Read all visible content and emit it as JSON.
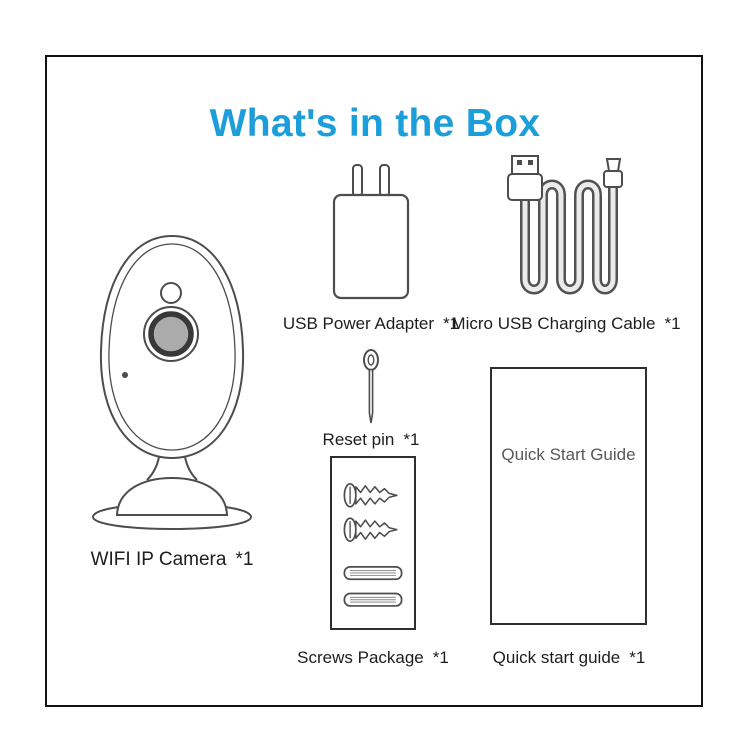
{
  "title": "What's in the Box",
  "colors": {
    "accent": "#1b9ed9",
    "line_art": "#4d4d4d",
    "label_text": "#1d1d1d"
  },
  "items": {
    "camera": {
      "label": "WIFI IP Camera",
      "qty": "*1"
    },
    "adapter": {
      "label": "USB Power Adapter",
      "qty": "*1"
    },
    "cable": {
      "label": "Micro USB Charging Cable",
      "qty": "*1"
    },
    "reset_pin": {
      "label": "Reset pin",
      "qty": "*1"
    },
    "screws": {
      "label": "Screws Package",
      "qty": "*1"
    },
    "guide": {
      "label": "Quick start guide",
      "qty": "*1",
      "cover_text": "Quick Start Guide"
    }
  }
}
